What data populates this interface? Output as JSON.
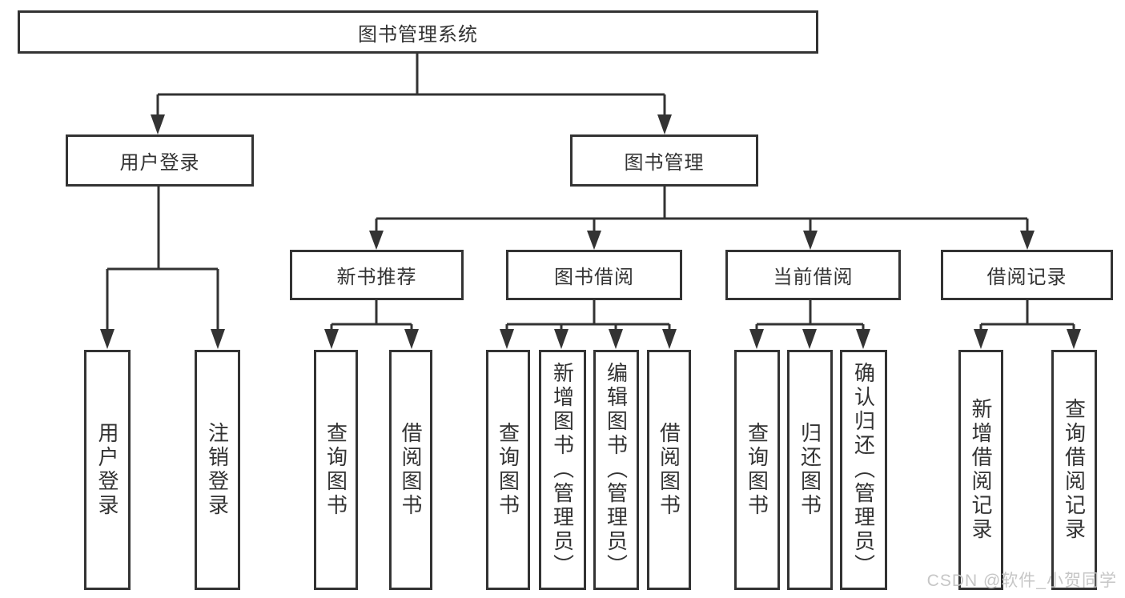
{
  "tree": {
    "root": "图书管理系统",
    "children": [
      {
        "label": "用户登录",
        "children": [
          {
            "label": "用户登录"
          },
          {
            "label": "注销登录"
          }
        ]
      },
      {
        "label": "图书管理",
        "children": [
          {
            "label": "新书推荐",
            "children": [
              {
                "label": "查询图书"
              },
              {
                "label": "借阅图书"
              }
            ]
          },
          {
            "label": "图书借阅",
            "children": [
              {
                "label": "查询图书"
              },
              {
                "label": "新增图书（管理员）"
              },
              {
                "label": "编辑图书（管理员）"
              },
              {
                "label": "借阅图书"
              }
            ]
          },
          {
            "label": "当前借阅",
            "children": [
              {
                "label": "查询图书"
              },
              {
                "label": "归还图书"
              },
              {
                "label": "确认归还（管理员）"
              }
            ]
          },
          {
            "label": "借阅记录",
            "children": [
              {
                "label": "新增借阅记录"
              },
              {
                "label": "查询借阅记录"
              }
            ]
          }
        ]
      }
    ]
  },
  "colors": {
    "line": "#333333",
    "text": "#333333",
    "watermark": "#c3c3c3"
  },
  "watermark": "CSDN @软件_小贺同学"
}
